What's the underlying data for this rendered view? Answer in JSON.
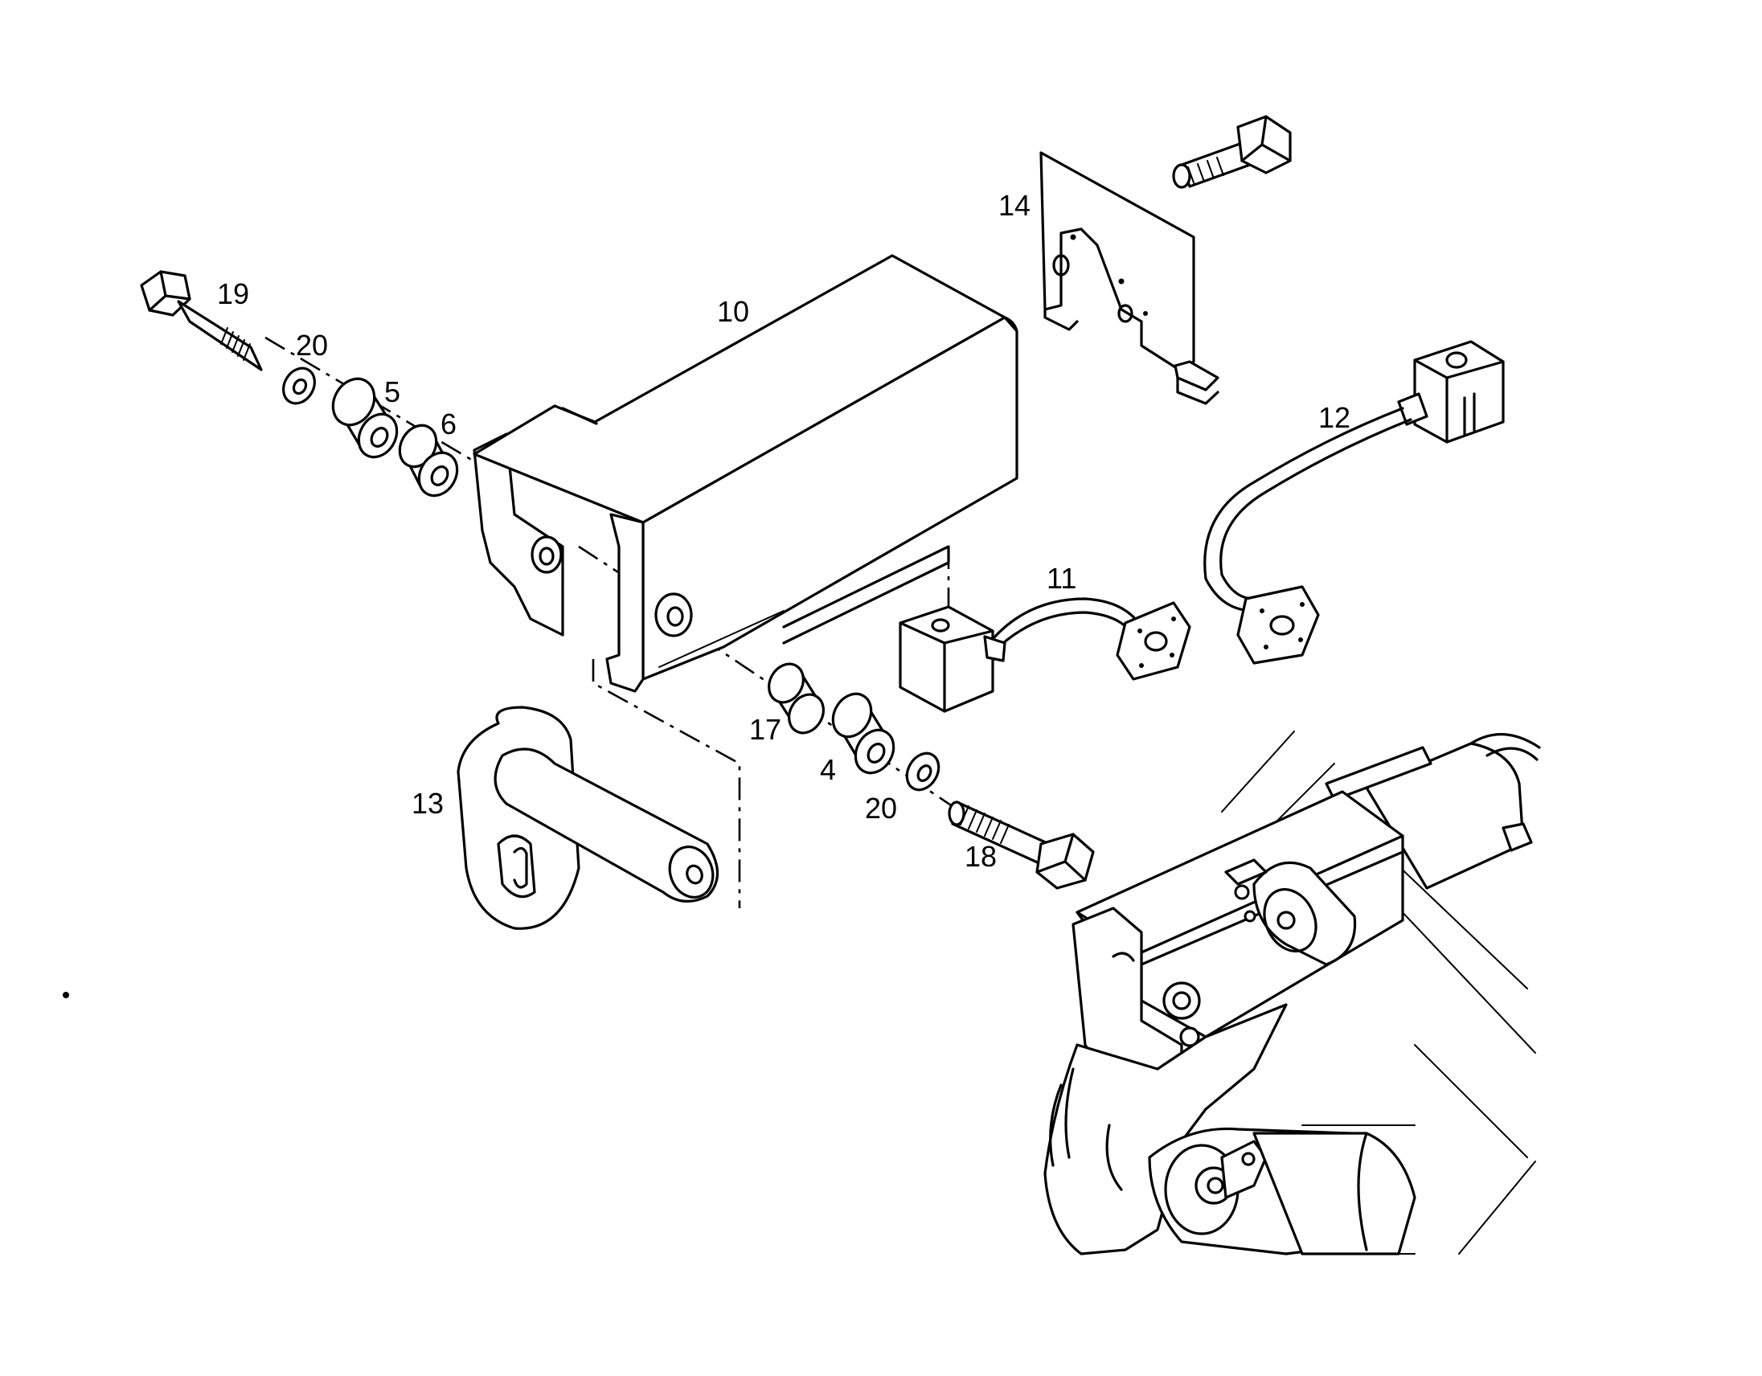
{
  "callouts": [
    {
      "id": "10",
      "text": "10"
    },
    {
      "id": "14",
      "text": "14"
    },
    {
      "id": "19",
      "text": "19"
    },
    {
      "id": "20a",
      "text": "20"
    },
    {
      "id": "5",
      "text": "5"
    },
    {
      "id": "6",
      "text": "6"
    },
    {
      "id": "12",
      "text": "12"
    },
    {
      "id": "11",
      "text": "11"
    },
    {
      "id": "17",
      "text": "17"
    },
    {
      "id": "4",
      "text": "4"
    },
    {
      "id": "20b",
      "text": "20"
    },
    {
      "id": "13",
      "text": "13"
    },
    {
      "id": "18",
      "text": "18"
    }
  ]
}
